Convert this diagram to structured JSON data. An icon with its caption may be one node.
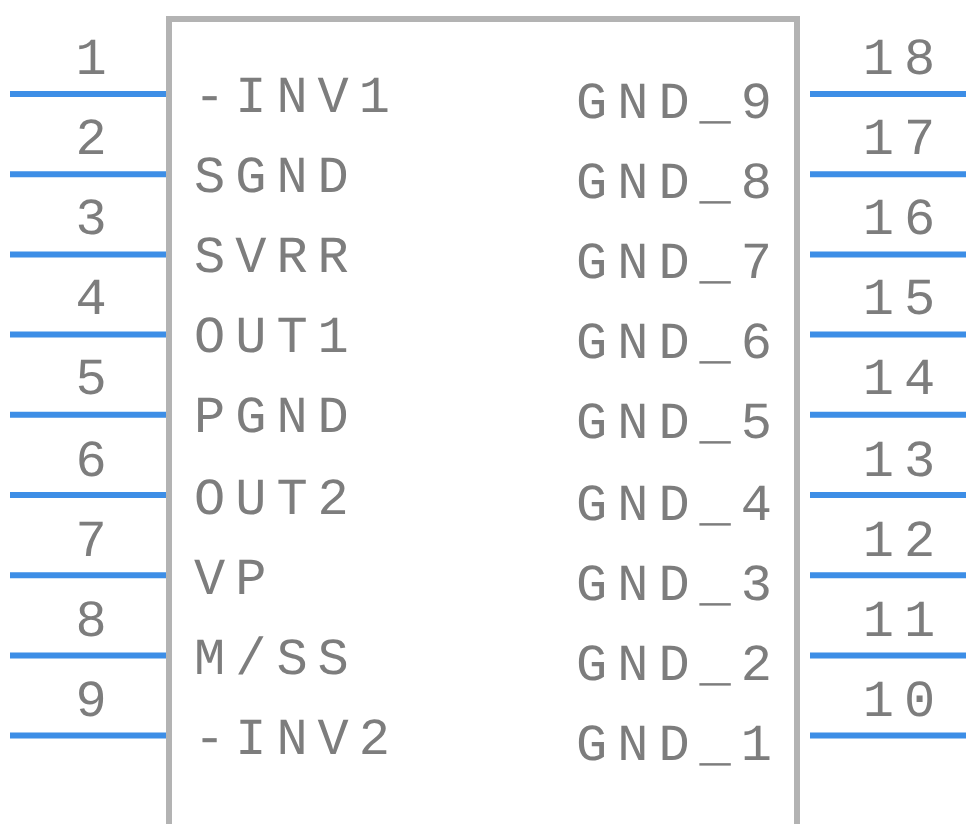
{
  "diagram": {
    "nodes": [
      {
        "text": [],
        "shape": "box"
      }
    ],
    "labels": [
      "1",
      "-INV1",
      "GND_9",
      "18",
      "2",
      "SGND",
      "GND_8",
      "17",
      "3",
      "SVRR",
      "GND_7",
      "16",
      "4",
      "OUT1",
      "GND_6",
      "15",
      "5",
      "PGND",
      "GND_5",
      "14",
      "6",
      "OUT2",
      "GND_4",
      "13",
      "7",
      "VP",
      "GND_3",
      "12",
      "8",
      "M/SS",
      "GND_2",
      "11",
      "9",
      "-INV2",
      "GND_1",
      "10"
    ]
  }
}
